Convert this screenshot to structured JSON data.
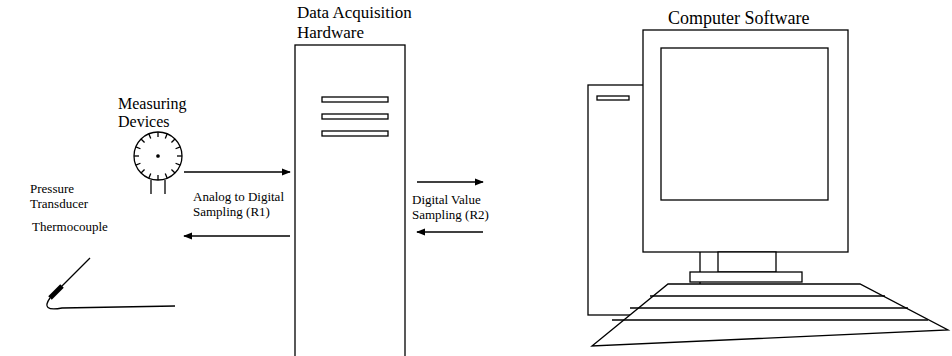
{
  "diagram": {
    "nodes": [
      {
        "text": [
          "Measuring Devices"
        ]
      },
      {
        "text": [
          "Data Acquisition Hardware"
        ]
      },
      {
        "text": [
          "Computer Software"
        ]
      }
    ],
    "edges": [
      {
        "from": 0,
        "to": 1,
        "arrow": "to",
        "label": "Analog to Digital Sampling (R1)"
      },
      {
        "from": 1,
        "to": 0,
        "arrow": "to"
      },
      {
        "from": 1,
        "to": 2,
        "arrow": "to",
        "label": "Digital Value Sampling (R2)"
      },
      {
        "from": 2,
        "to": 1,
        "arrow": "to"
      }
    ],
    "labels": [
      "Pressure Transducer",
      "Thermocouple"
    ]
  }
}
